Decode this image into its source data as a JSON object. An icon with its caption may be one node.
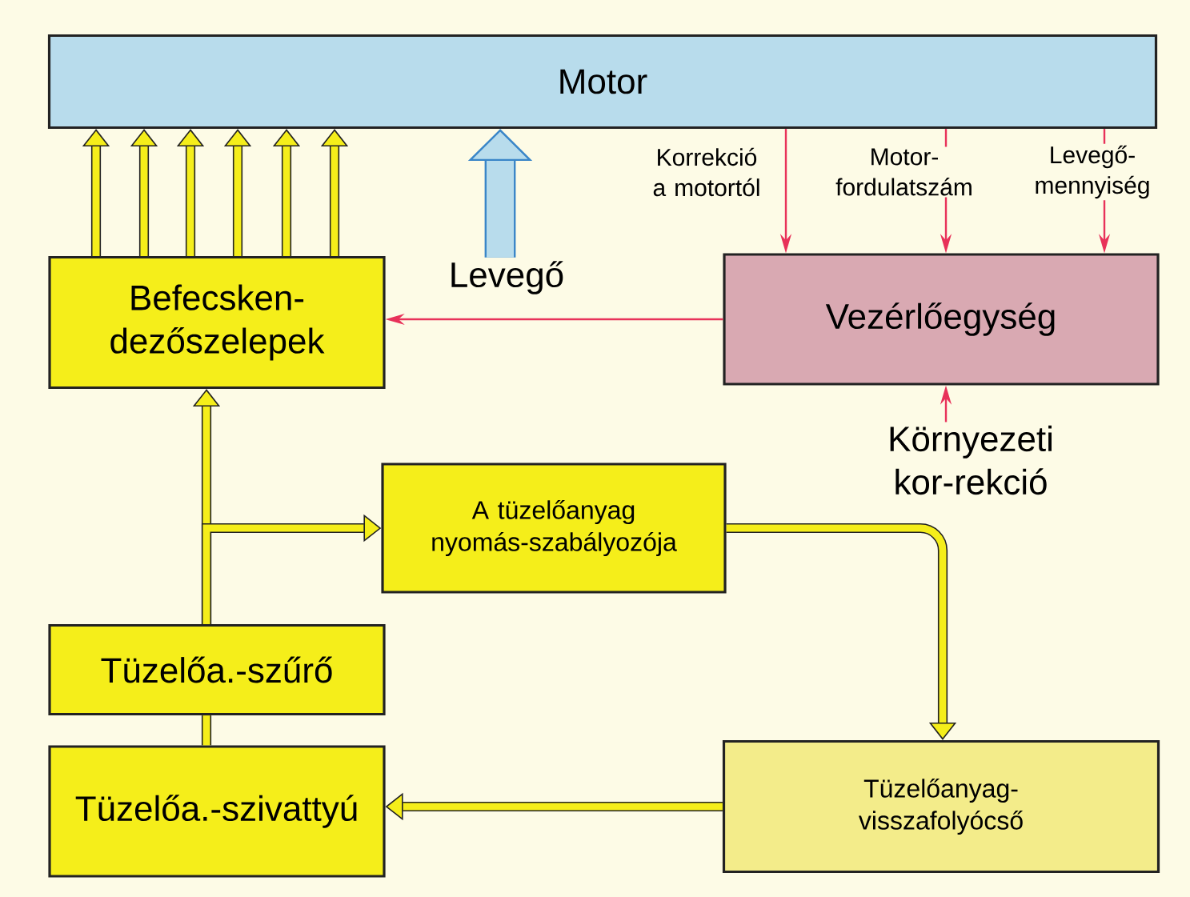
{
  "diagram": {
    "nodes": [
      {
        "text": [
          "Motor"
        ]
      },
      {
        "text": [
          "Befecsken-dezőszelepek"
        ]
      },
      {
        "text": [
          "Levegő"
        ]
      },
      {
        "text": [
          "Vezérlőegység"
        ]
      },
      {
        "text": [
          "A tüzelőanyag nyomás-szabályozója"
        ]
      },
      {
        "text": [
          "Tüzelőa.-szűrő"
        ]
      },
      {
        "text": [
          "Tüzelőa.-szivattyú"
        ]
      },
      {
        "text": [
          "Tüzelőanyag-visszafolyócső"
        ]
      },
      {
        "text": [
          "Környezeti kor-rekció"
        ]
      }
    ],
    "edges": [
      {
        "from": 1,
        "to": 0,
        "arrow": "to"
      },
      {
        "from": 1,
        "to": 0,
        "arrow": "to"
      },
      {
        "from": 1,
        "to": 0,
        "arrow": "to"
      },
      {
        "from": 1,
        "to": 0,
        "arrow": "to"
      },
      {
        "from": 1,
        "to": 0,
        "arrow": "to"
      },
      {
        "from": 1,
        "to": 0,
        "arrow": "to"
      },
      {
        "from": 2,
        "to": 0,
        "arrow": "to",
        "style": "thick",
        "color": "#3a86c8"
      },
      {
        "from": 0,
        "to": 3,
        "arrow": "to",
        "label": "Korrekció a motortól",
        "color": "#e8325a"
      },
      {
        "from": 0,
        "to": 3,
        "arrow": "to",
        "label": "Motor-fordulatszám",
        "color": "#e8325a"
      },
      {
        "from": 0,
        "to": 3,
        "arrow": "to",
        "label": "Levegő-mennyiség",
        "color": "#e8325a"
      },
      {
        "from": 3,
        "to": 1,
        "arrow": "to",
        "color": "#e8325a"
      },
      {
        "from": 8,
        "to": 3,
        "arrow": "to",
        "color": "#e8325a"
      },
      {
        "from": 5,
        "to": 1,
        "arrow": "to"
      },
      {
        "from": 5,
        "to": 4,
        "arrow": "to"
      },
      {
        "from": 6,
        "to": 5,
        "arrow": "none"
      },
      {
        "from": 4,
        "to": 7,
        "arrow": "to"
      },
      {
        "from": 7,
        "to": 6,
        "arrow": "to"
      }
    ]
  }
}
